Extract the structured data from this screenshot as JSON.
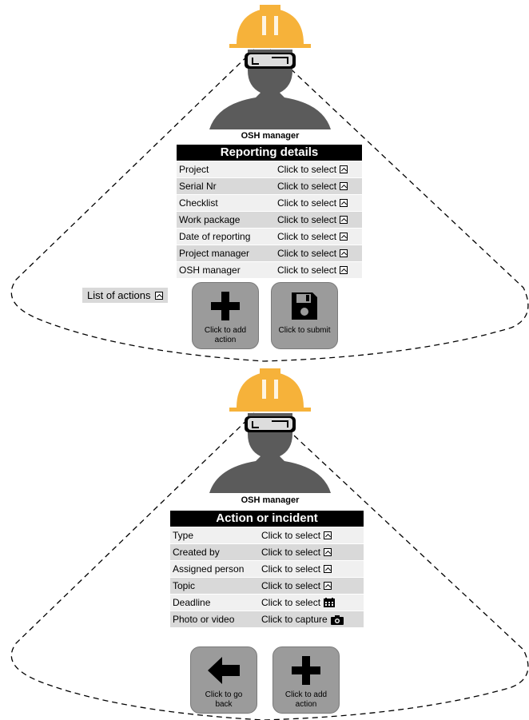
{
  "scene1": {
    "role": "OSH manager",
    "table_title": "Reporting details",
    "rows": [
      {
        "label": "Project",
        "action": "Click to select"
      },
      {
        "label": "Serial Nr",
        "action": "Click to select"
      },
      {
        "label": "Checklist",
        "action": "Click to select"
      },
      {
        "label": "Work package",
        "action": "Click to select"
      },
      {
        "label": "Date of reporting",
        "action": "Click to select"
      },
      {
        "label": "Project manager",
        "action": "Click to select"
      },
      {
        "label": "OSH manager",
        "action": "Click to select"
      }
    ],
    "list_of_actions": "List of actions",
    "button_add": "Click to add action",
    "button_submit": "Click to submit"
  },
  "scene2": {
    "role": "OSH manager",
    "table_title": "Action or incident",
    "rows": [
      {
        "label": "Type",
        "action": "Click to select",
        "icon": "dropdown-icon"
      },
      {
        "label": "Created by",
        "action": "Click to select",
        "icon": "dropdown-icon"
      },
      {
        "label": "Assigned person",
        "action": "Click to select",
        "icon": "dropdown-icon"
      },
      {
        "label": "Topic",
        "action": "Click to select",
        "icon": "dropdown-icon"
      },
      {
        "label": "Deadline",
        "action": "Click to select",
        "icon": "calendar-icon"
      },
      {
        "label": "Photo or video",
        "action": "Click to capture",
        "icon": "camera-icon"
      }
    ],
    "button_back": "Click to go back",
    "button_add": "Click to add action"
  },
  "colors": {
    "helmet": "#f6b23a",
    "silhouette": "#5b5b5b",
    "button": "#9b9b9b"
  }
}
